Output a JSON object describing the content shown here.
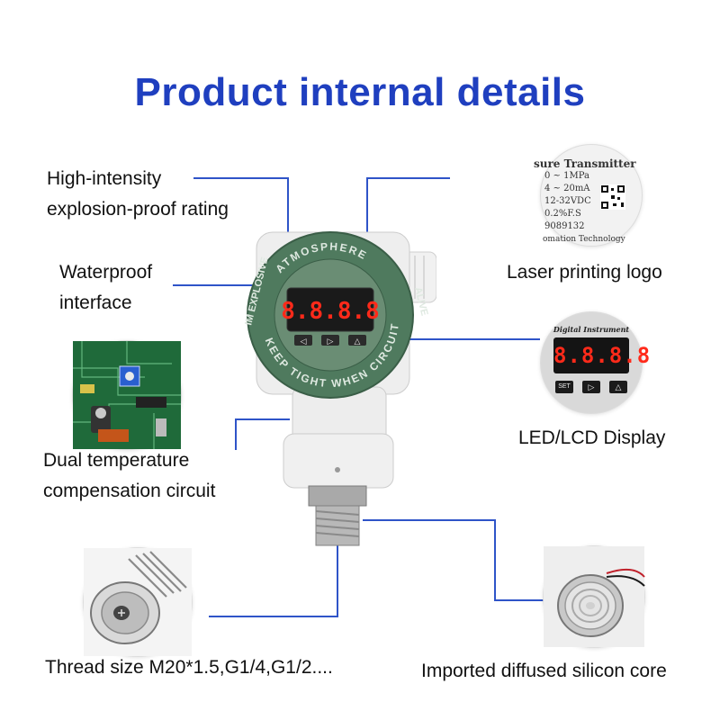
{
  "title": "Product internal details",
  "colors": {
    "title": "#1f3fbf",
    "leader_line": "#2f54c8",
    "housing_green": "#4f7a5e",
    "led_red": "#ff2a1a"
  },
  "labels": {
    "explosion_rating": [
      "High-intensity",
      "explosion-proof rating"
    ],
    "waterproof": [
      "Waterproof",
      "interface"
    ],
    "temperature_circuit": [
      "Dual temperature",
      "compensation circuit"
    ],
    "thread_size": "Thread size M20*1.5,G1/4,G1/2....",
    "laser_logo": "Laser printing logo",
    "display": "LED/LCD Display",
    "silicon_core": "Imported diffused silicon core"
  },
  "device": {
    "ring_top": "ATMOSPHERE",
    "ring_left": "IM EXPLOSIVE",
    "ring_right": "ALIVE",
    "ring_bottom": "KEEP TIGHT WHEN CIRCUIT",
    "led_value": "8.8.8.8",
    "buttons": [
      "◁",
      "▷",
      "△"
    ]
  },
  "logo_plate": {
    "lines": [
      "sure Transmitter",
      "0 ~ 1MPa",
      "4 ~ 20mA",
      "12-32VDC",
      "0.2%F.S",
      "9089132",
      "omation Technology"
    ]
  },
  "display_closeup": {
    "header": "Digital Instrument",
    "value": "8.8.8.8",
    "buttons": [
      "SET",
      "▷",
      "△"
    ]
  }
}
